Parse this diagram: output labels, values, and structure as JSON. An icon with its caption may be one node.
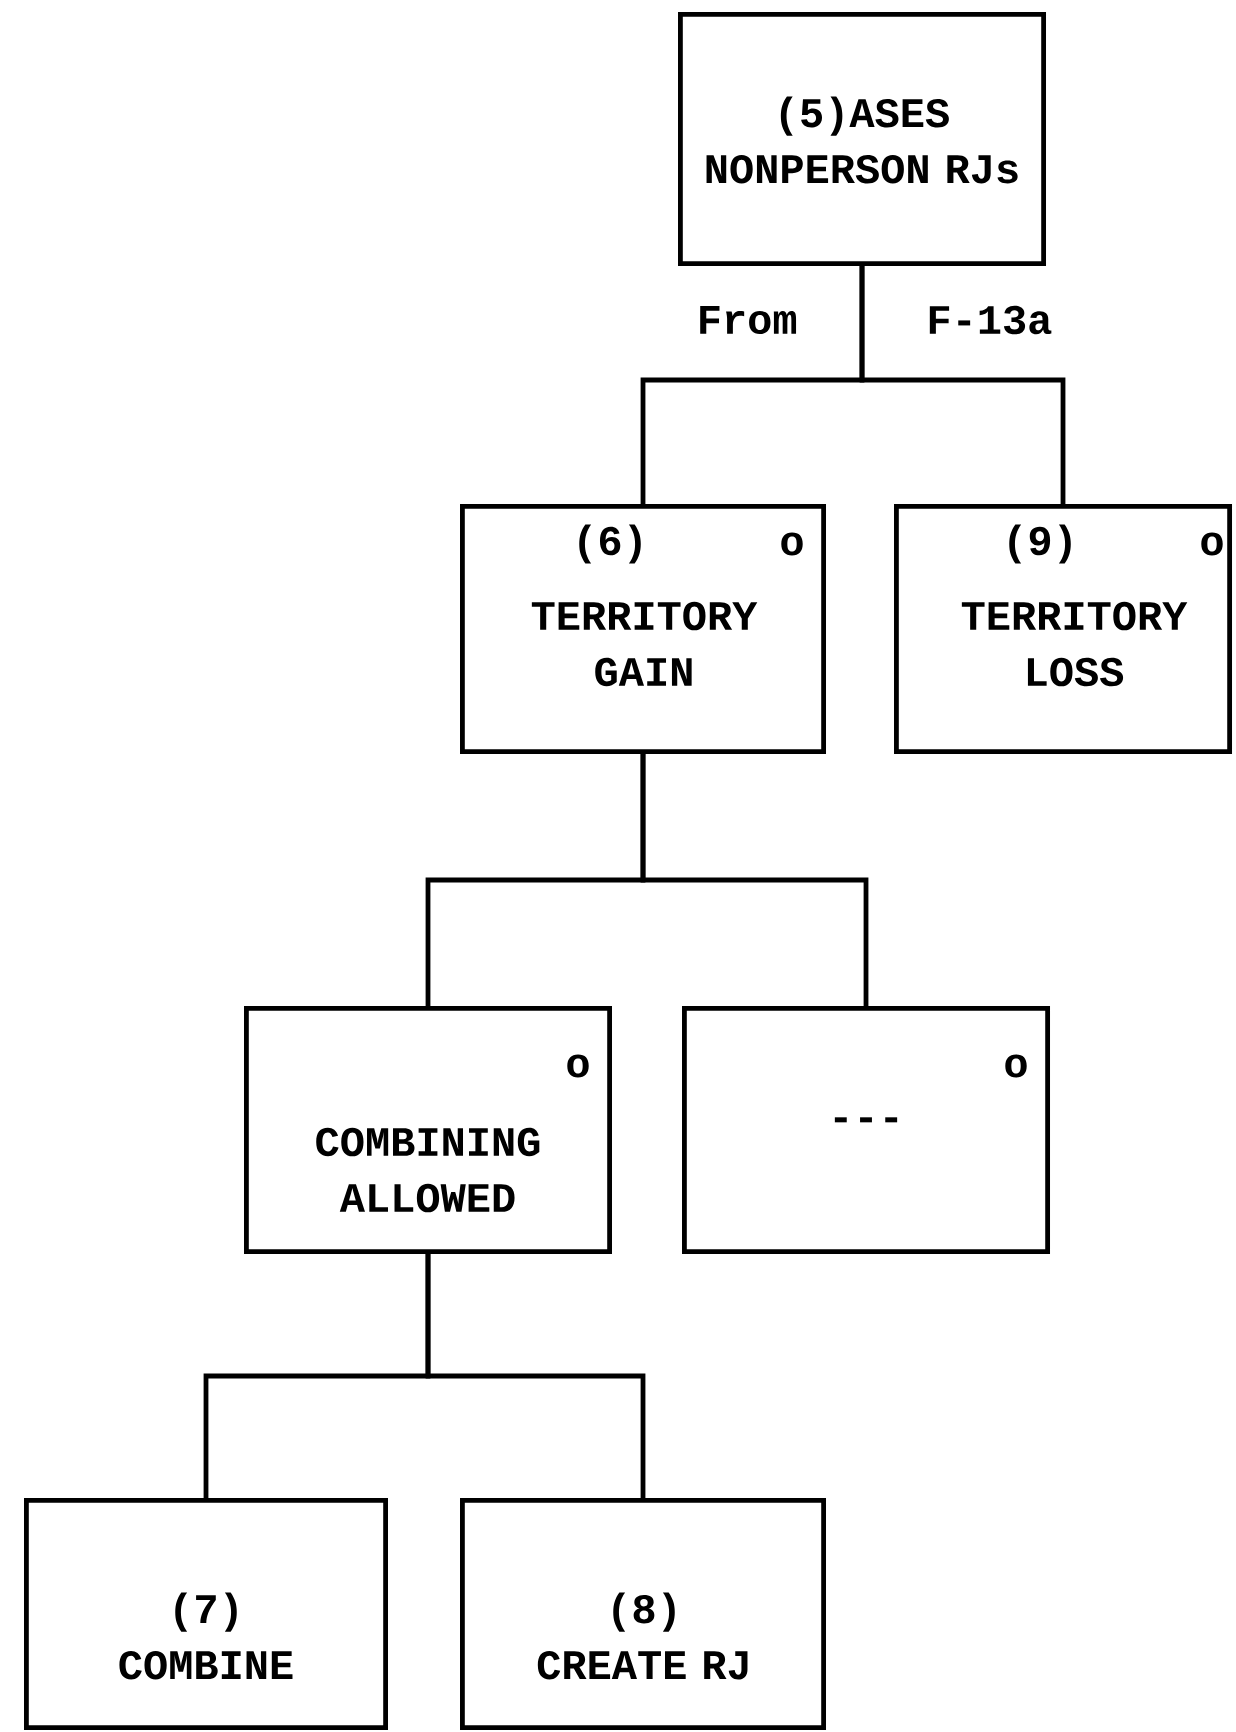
{
  "diagram": {
    "nodes": [
      {
        "text": [
          "(5)ASES NONPERSON RJs"
        ]
      },
      {
        "text": [
          "(6)",
          "o",
          "TERRITORY GAIN"
        ]
      },
      {
        "text": [
          "(9)",
          "o",
          "TERRITORY LOSS"
        ]
      },
      {
        "text": [
          "o",
          "COMBINING ALLOWED"
        ]
      },
      {
        "text": [
          "o",
          "---"
        ]
      },
      {
        "text": [
          "(7) COMBINE"
        ]
      },
      {
        "text": [
          "(8) CREATE RJ"
        ]
      }
    ],
    "edges": [
      {
        "from": 0,
        "to": 1,
        "arrow": "none"
      },
      {
        "from": 0,
        "to": 2,
        "arrow": "none"
      },
      {
        "from": 1,
        "to": 3,
        "arrow": "none"
      },
      {
        "from": 1,
        "to": 4,
        "arrow": "none"
      },
      {
        "from": 3,
        "to": 5,
        "arrow": "none"
      },
      {
        "from": 3,
        "to": 6,
        "arrow": "none"
      }
    ],
    "labels": [
      "From",
      "F-13a"
    ]
  }
}
